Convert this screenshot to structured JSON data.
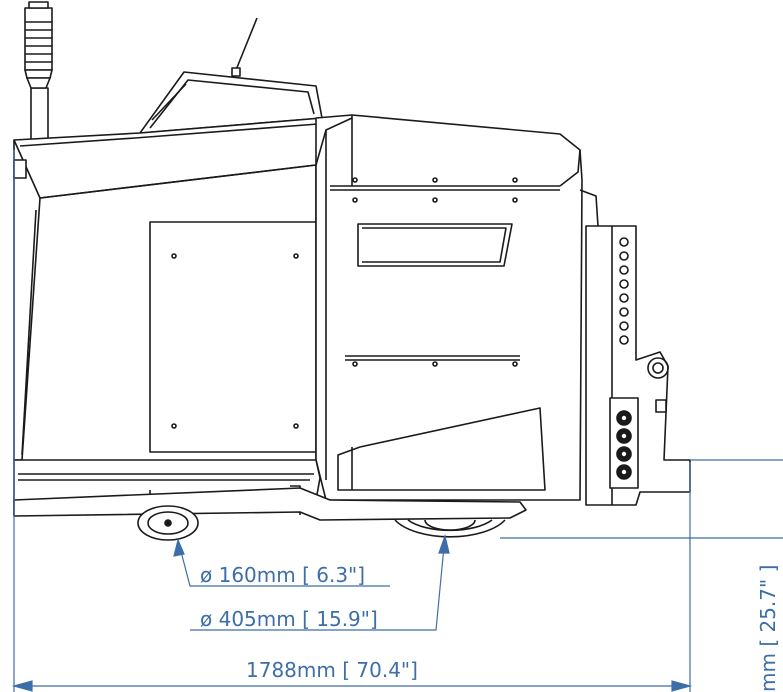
{
  "dimensions": {
    "small_wheel": "ø 160mm [ 6.3\"]",
    "large_wheel": "ø 405mm [ 15.9\"]",
    "overall_length": "1788mm [ 70.4\"]",
    "height_partial": "mm [ 25.7\" ]"
  },
  "colors": {
    "outline": "#1a1a1a",
    "dimension": "#3e6ea8"
  }
}
